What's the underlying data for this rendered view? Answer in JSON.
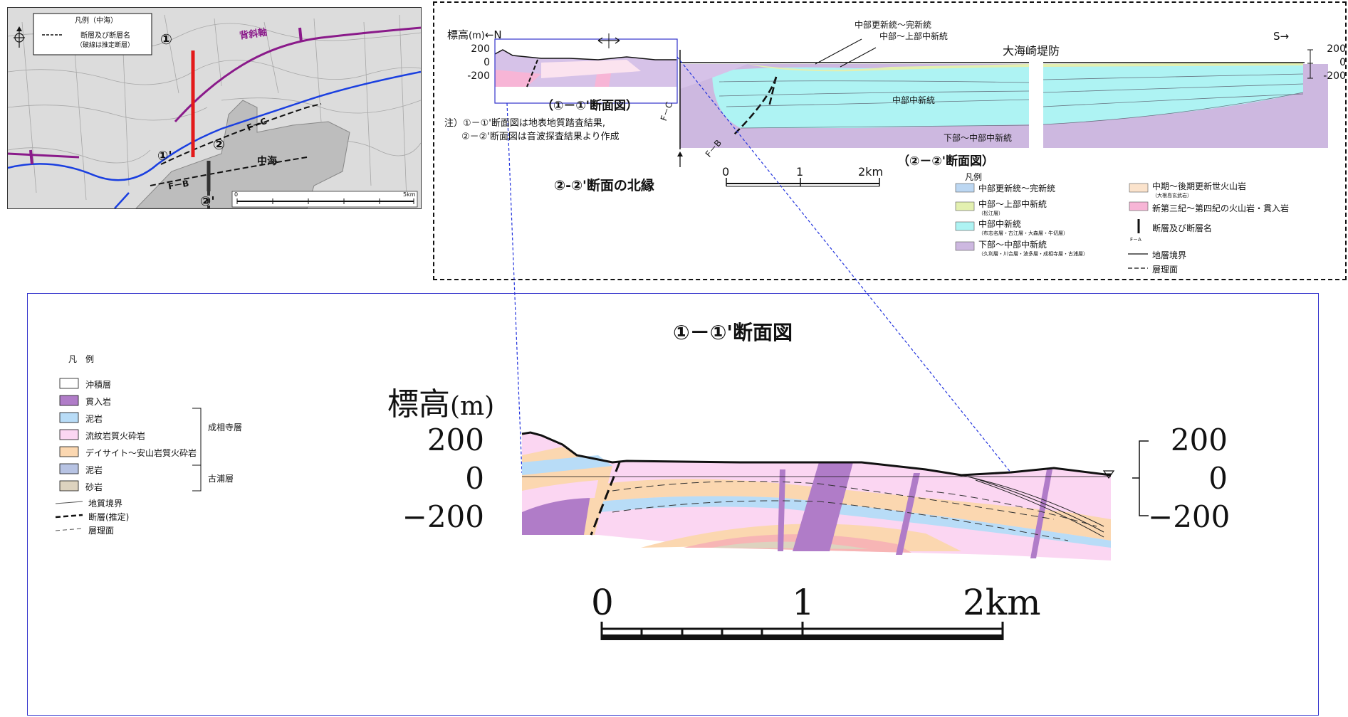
{
  "map": {
    "legend_title": "凡例（中海）",
    "legend_item": "断層及び断層名",
    "legend_note": "（破線は推定断層）",
    "anticline_label": "背斜軸",
    "lake_label": "中海",
    "fault_b": "F－B",
    "fault_c": "F－C",
    "sec1": "①",
    "sec1p": "①'",
    "sec2": "②",
    "sec2p": "②'",
    "scale_left": "0",
    "scale_right": "5km"
  },
  "section2": {
    "ylabel": "標高",
    "yunit": "(m)",
    "north": "←N",
    "south": "S→",
    "ticks_left": [
      "200",
      "0",
      "-200"
    ],
    "ticks_right": [
      "200",
      "0",
      "-200"
    ],
    "breakwater": "大海崎堤防",
    "callout1": "中部更新統～完新統",
    "callout2": "中部～上部中新統",
    "unit_middle": "中部中新統",
    "unit_lower": "下部～中部中新統",
    "fault_c": "F－C",
    "fault_b": "F－B",
    "inset_caption": "（①－①'断面図）",
    "caption": "（②－②'断面図）",
    "north_edge": "②-②'断面の北縁",
    "note_line1": "注）①－①'断面図は地表地質踏査結果,",
    "note_line2": "②－②'断面図は音波探査結果より作成",
    "scale": [
      "0",
      "1",
      "2km"
    ],
    "legend": {
      "title": "凡例",
      "items": [
        {
          "label": "中部更新統～完新統",
          "sub": "",
          "color": "#bcd7f2"
        },
        {
          "label": "中部～上部中新統",
          "sub": "（松江層）",
          "color": "#e3f0b0"
        },
        {
          "label": "中部中新統",
          "sub": "（布志名層・古江層・大森層・牛切層）",
          "color": "#aef3f3"
        },
        {
          "label": "下部～中部中新統",
          "sub": "（久利層・川合層・波多層・成相寺層・古浦層）",
          "color": "#cdb8e0"
        },
        {
          "label": "中期～後期更新世火山岩",
          "sub": "（大根島玄武岩）",
          "color": "#fbe3cc"
        },
        {
          "label": "新第三紀～第四紀の火山岩・貫入岩",
          "sub": "",
          "color": "#f7b5d6"
        },
        {
          "label": "断層及び断層名",
          "sub": "F－A",
          "color": ""
        },
        {
          "label": "地層境界",
          "sub": "",
          "color": ""
        },
        {
          "label": "層理面",
          "sub": "",
          "color": ""
        }
      ]
    }
  },
  "section1": {
    "title": "①－①'断面図",
    "ylabel": "標高",
    "yunit": "(m)",
    "ticks_left": [
      "200",
      "0",
      "−200"
    ],
    "ticks_right": [
      "200",
      "0",
      "−200"
    ],
    "scale": [
      "0",
      "1",
      "2km"
    ],
    "legend": {
      "title": "凡　例",
      "items": [
        {
          "label": "沖積層",
          "color": "#ffffff"
        },
        {
          "label": "貫入岩",
          "color": "#b07cc8"
        },
        {
          "label": "泥岩",
          "color": "#b8dcf7"
        },
        {
          "label": "流紋岩質火砕岩",
          "color": "#fbd6f2"
        },
        {
          "label": "デイサイト～安山岩質火砕岩",
          "color": "#fbd7b0"
        },
        {
          "label": "泥岩",
          "color": "#b7c3e3"
        },
        {
          "label": "砂岩",
          "color": "#ddd3bf"
        }
      ],
      "group1": "成相寺層",
      "group2": "古浦層",
      "lines": [
        "地質境界",
        "断層(推定)",
        "層理面"
      ]
    }
  },
  "colors": {
    "frame_blue": "#3333cc",
    "fault_red": "#e31a1a",
    "anticline_purple": "#8a1a8a",
    "shore_blue": "#1a3fe0"
  }
}
